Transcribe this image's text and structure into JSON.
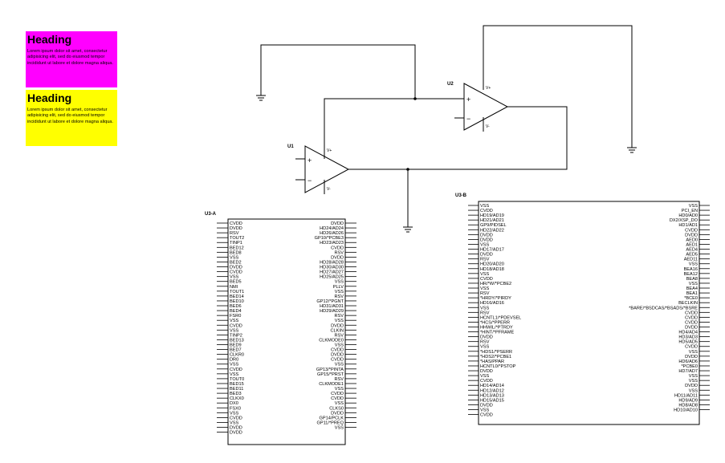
{
  "notes": [
    {
      "heading": "Heading",
      "body": "Lorem ipsum dolor sit amet, consectetur adipisicing elit, sed do eiusmod tempor incididunt ut labore et dolore magna aliqua.",
      "color": "#ff00ff"
    },
    {
      "heading": "Heading",
      "body": "Lorem ipsum dolor sit amet, consectetur adipisicing elit, sed do eiusmod tempor incididunt ut labore et dolore magna aliqua.",
      "color": "#ffff00"
    }
  ],
  "opamps": [
    {
      "designator": "U1",
      "v_plus": "V+",
      "v_minus": "V-",
      "in_plus": "+",
      "in_minus": "−"
    },
    {
      "designator": "U2",
      "v_plus": "V+",
      "v_minus": "V-",
      "in_plus": "+",
      "in_minus": "−"
    }
  ],
  "ics": [
    {
      "designator": "U3-A",
      "left_pins": [
        "CVDD",
        "DVDD",
        "RSV",
        "TOUT2",
        "TINP1",
        "BED12",
        "BED8",
        "VSS",
        "BED2",
        "DVDD",
        "CVDD",
        "VSS",
        "BED5",
        "NMI",
        "TOUT1",
        "BED14",
        "BED10",
        "BED6",
        "BED4",
        "FSR0",
        "VSS",
        "CVDD",
        "VSS",
        "TINP2",
        "BED13",
        "BED9",
        "BED7",
        "CLKR0",
        "DR0",
        "VSS",
        "CVDD",
        "VSS",
        "TOUT0",
        "BED15",
        "BED11",
        "BED3",
        "CLKX0",
        "DX0",
        "FSX0",
        "VSS",
        "CVDD",
        "VSS",
        "DVDD",
        "DVDD"
      ],
      "right_pins": [
        "DVDD",
        "HD24/AD24",
        "HD26/AD26",
        "GP10/*PCBE3",
        "HD23/AD23",
        "CVDD",
        "RSV",
        "DVDD",
        "HD28/AD28",
        "HD30/AD30",
        "HD27/AD27",
        "HD25/AD25",
        "VSS",
        "PLLV",
        "VSS",
        "RSV",
        "GP12/*PGNT",
        "HD31/AD31",
        "HD29/AD29",
        "RSV",
        "VSS",
        "DVDD",
        "CLKIN",
        "RSV",
        "CLKMODE0",
        "VSS",
        "CVDD",
        "DVDD",
        "CVDD",
        "VSS",
        "GP13/*PINTA",
        "GP15/*PRST",
        "RSV",
        "CLKMODE1",
        "VSS",
        "CVDD",
        "CVDD",
        "VSS",
        "CLKS0",
        "DVDD",
        "GP14/PCLK",
        "GP11/*PREQ",
        "VSS"
      ]
    },
    {
      "designator": "U3-B",
      "left_pins": [
        "VSS",
        "CVDD",
        "HD19/AD19",
        "HD21/AD21",
        "GP9/PIDSEL",
        "HD22/AD22",
        "DVDD",
        "DVDD",
        "VSS",
        "HD17/AD17",
        "DVDD",
        "RSV",
        "HD20/AD20",
        "HD18/AD18",
        "VSS",
        "CVDD",
        "HR/*W/*PCBE2",
        "VSS",
        "RSV",
        "*HRDY/*PIRDY",
        "HD16/AD16",
        "VSS",
        "RSV",
        "HCNTL1/*PDEVSEL",
        "*HCS/*PPERR",
        "HHWIL/*PTRDY",
        "*HINT/*PFRAME",
        "DVDD",
        "RSV",
        "VSS",
        "*HDS1/*PSERR",
        "*HDS2/*PCBE1",
        "*HAS/PPAR",
        "HCNTL0/*PSTOP",
        "DVDD",
        "VSS",
        "CVDD",
        "HD14/AD14",
        "HD12/AD12",
        "HD13/AD13",
        "HD15/AD15",
        "DVDD",
        "VSS",
        "CVDD"
      ],
      "right_pins": [
        "VSS",
        "PCI_EN",
        "HD0/AD0",
        "DX2/XSP_DO",
        "HD1/AD1",
        "CVDD",
        "DVDD",
        "AED0",
        "AED1",
        "AED4",
        "AED5",
        "AED11",
        "VSS",
        "BEA16",
        "BEA12",
        "BEA8",
        "VSS",
        "BEA4",
        "BEA1",
        "*BCE0",
        "BECLKIN",
        "*BARE/*BSDCAS/*BSADS/*BSRE",
        "CVDD",
        "CVDD",
        "CVDD",
        "DVDD",
        "HD4/AD4",
        "HD3/AD3",
        "HD5/AD5",
        "CVDD",
        "VSS",
        "DVDD",
        "HD6/AD6",
        "*PCBE0",
        "HD7/AD7",
        "VSS",
        "VSS",
        "DVDD",
        "VSS",
        "HD11/AD11",
        "HD9/AD9",
        "HD8/AD8",
        "HD10/AD10"
      ]
    }
  ]
}
